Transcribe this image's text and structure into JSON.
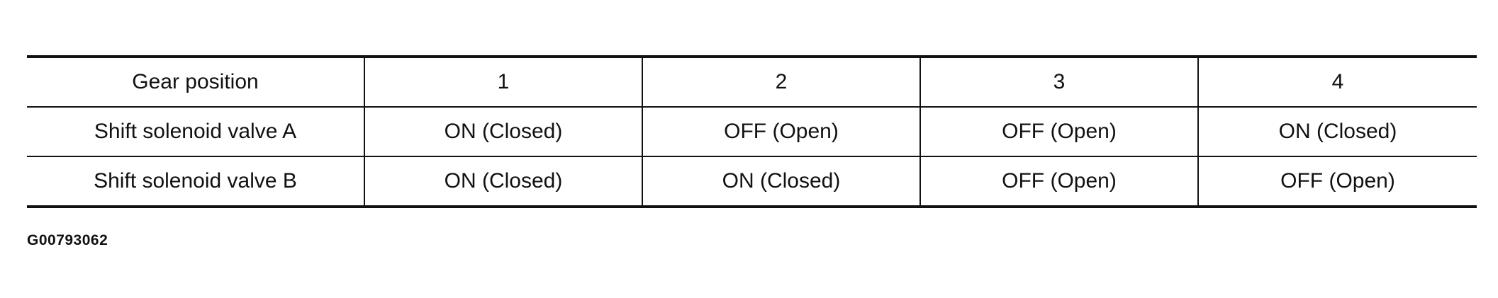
{
  "table": {
    "header": [
      "Gear position",
      "1",
      "2",
      "3",
      "4"
    ],
    "rows": [
      [
        "Shift solenoid valve A",
        "ON (Closed)",
        "OFF (Open)",
        "OFF (Open)",
        "ON (Closed)"
      ],
      [
        "Shift solenoid valve B",
        "ON (Closed)",
        "ON (Closed)",
        "OFF (Open)",
        "OFF (Open)"
      ]
    ]
  },
  "figure_id": "G00793062"
}
